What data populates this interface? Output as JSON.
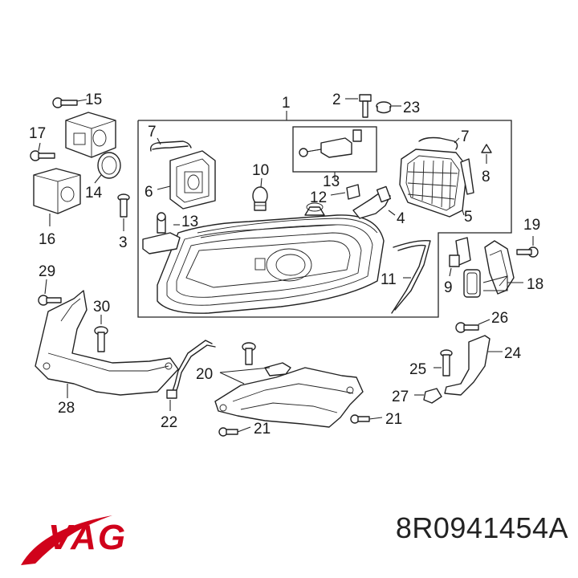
{
  "diagram": {
    "callouts": {
      "c1": "1",
      "c2": "2",
      "c3": "3",
      "c4": "4",
      "c5": "5",
      "c6": "6",
      "c7a": "7",
      "c7b": "7",
      "c8": "8",
      "c9": "9",
      "c10": "10",
      "c11": "11",
      "c12": "12",
      "c13a": "13",
      "c13b": "13",
      "c14": "14",
      "c15": "15",
      "c16": "16",
      "c17": "17",
      "c18": "18",
      "c19": "19",
      "c20": "20",
      "c21a": "21",
      "c21b": "21",
      "c22": "22",
      "c23": "23",
      "c24": "24",
      "c25": "25",
      "c26": "26",
      "c27": "27",
      "c28": "28",
      "c29": "29",
      "c30": "30"
    }
  },
  "brand": {
    "logo_text": "VAG",
    "logo_color": "#d0021b"
  },
  "part_number": "8R0941454A"
}
